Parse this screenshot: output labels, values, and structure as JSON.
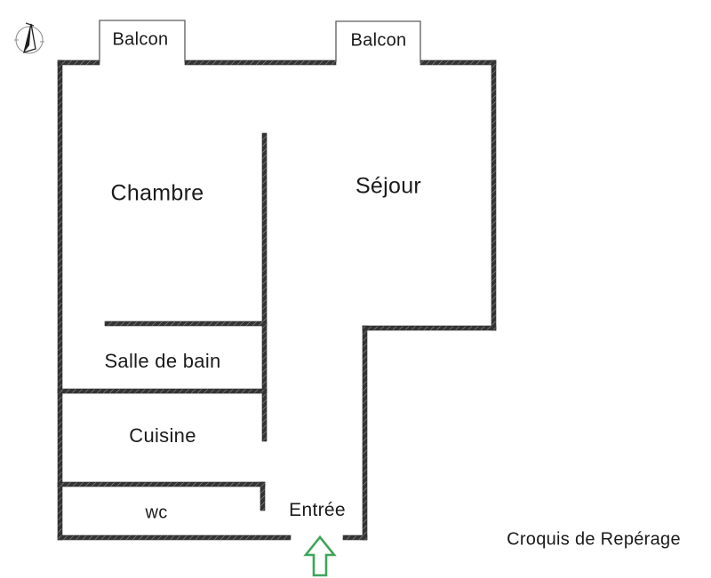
{
  "caption": "Croquis de Repérage",
  "balconies": [
    {
      "label": "Balcon"
    },
    {
      "label": "Balcon"
    }
  ],
  "rooms": [
    {
      "label": "Chambre"
    },
    {
      "label": "Séjour"
    },
    {
      "label": "Salle de bain"
    },
    {
      "label": "Cuisine"
    },
    {
      "label": "wc"
    },
    {
      "label": "Entrée"
    }
  ],
  "icons": {
    "compass": "compass-north-icon",
    "entrance_arrow": "arrow-up-icon"
  },
  "colors": {
    "wall": "#343434",
    "wall_hatch": "#8a8a8a",
    "balcony_line": "#5c5c5c",
    "arrow": "#3fa45a",
    "compass_line": "#8f8f8f",
    "needle": "#1f1f1f"
  }
}
